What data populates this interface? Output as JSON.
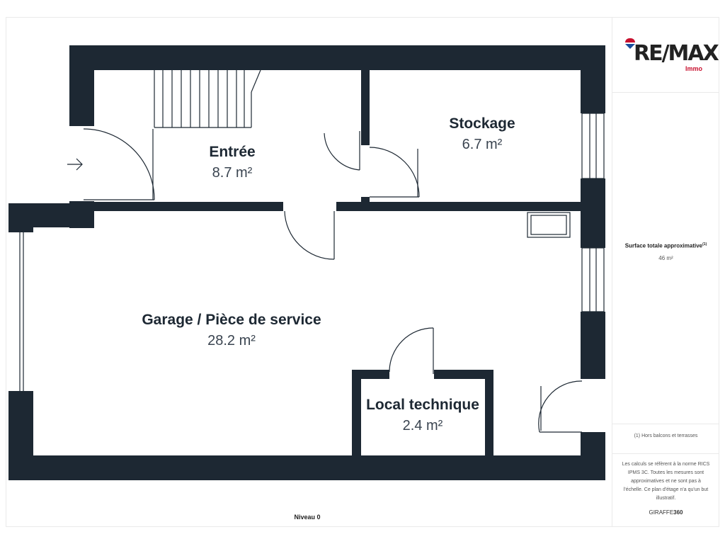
{
  "rooms": [
    {
      "name": "Entrée",
      "area": "8.7 m²"
    },
    {
      "name": "Stockage",
      "area": "6.7 m²"
    },
    {
      "name": "Garage / Pièce de service",
      "area": "28.2 m²"
    },
    {
      "name": "Local technique",
      "area": "2.4 m²"
    }
  ],
  "level": "Niveau 0",
  "side": {
    "logo": "RE/MAX",
    "logo_sub": "Immo",
    "total_label": "Surface totale approximative",
    "total_sup": "(1)",
    "total_value": "46 m²",
    "footnote": "(1) Hors balcons et terrasses",
    "disclaimer": "Les calculs se réfèrent à la norme RICS IPMS 3C. Toutes les mesures sont approximatives et ne sont pas à l'échelle. Ce plan d'étage n'a qu'un but illustratif.",
    "brand_a": "GIRAFFE",
    "brand_b": "360"
  },
  "colors": {
    "wall": "#1d2833",
    "accent": "#c8102e"
  }
}
